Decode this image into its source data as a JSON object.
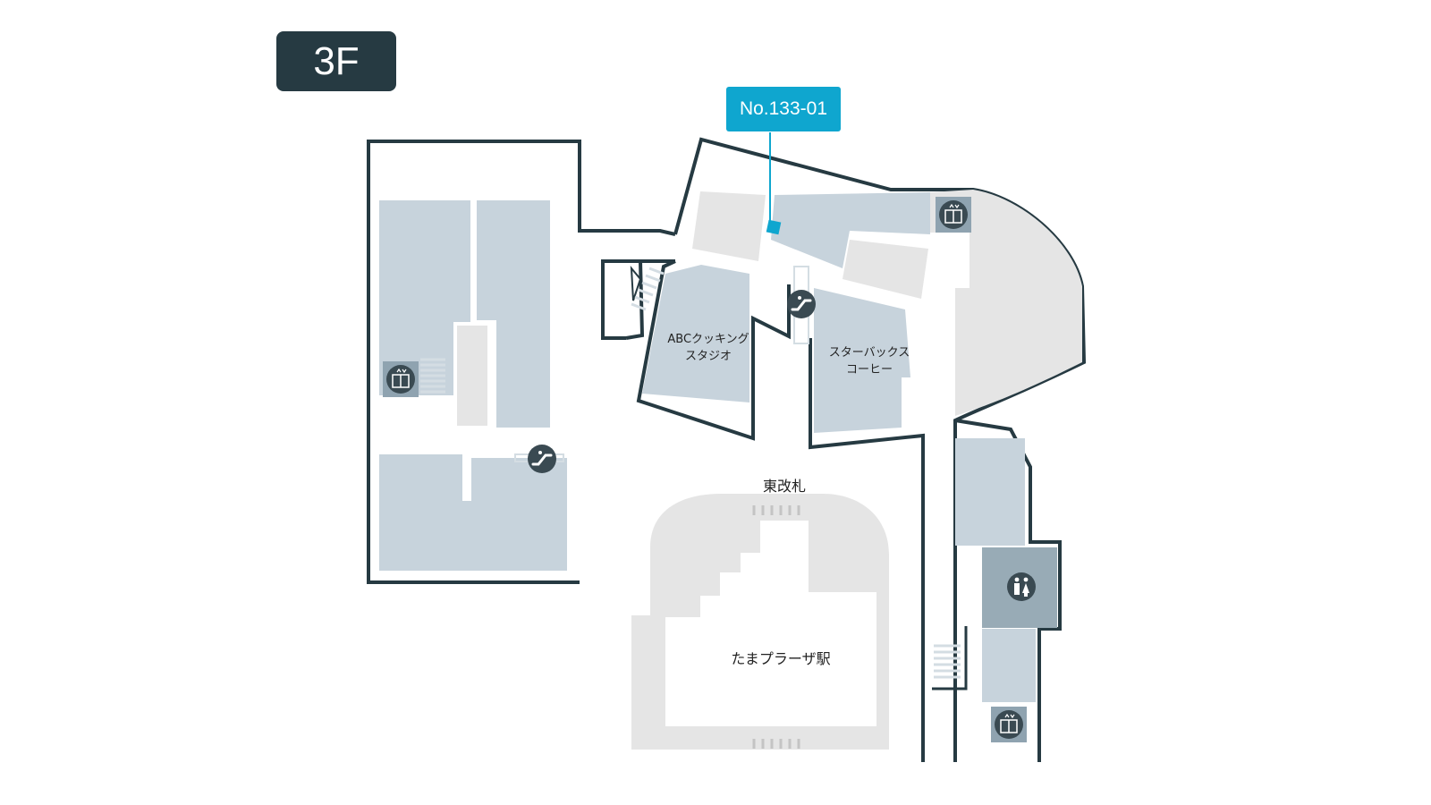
{
  "floor": {
    "label": "3F"
  },
  "unit": {
    "label": "No.133-01"
  },
  "shops": {
    "abc_cooking": {
      "line1": "ABCクッキング",
      "line2": "スタジオ"
    },
    "starbucks": {
      "line1": "スターバックス",
      "line2": "コーヒー"
    }
  },
  "places": {
    "east_gate": "東改札",
    "station": "たまプラーザ駅"
  },
  "icons": {
    "elevator": "elevator-icon",
    "escalator": "escalator-icon",
    "restroom": "restroom-icon"
  },
  "colors": {
    "outline": "#263a42",
    "tenant": "#c7d3dc",
    "common": "#e5e5e5",
    "restroom_area": "#98abb6",
    "icon_tile": "#8fa3b0",
    "highlight": "#0fa6cf"
  }
}
